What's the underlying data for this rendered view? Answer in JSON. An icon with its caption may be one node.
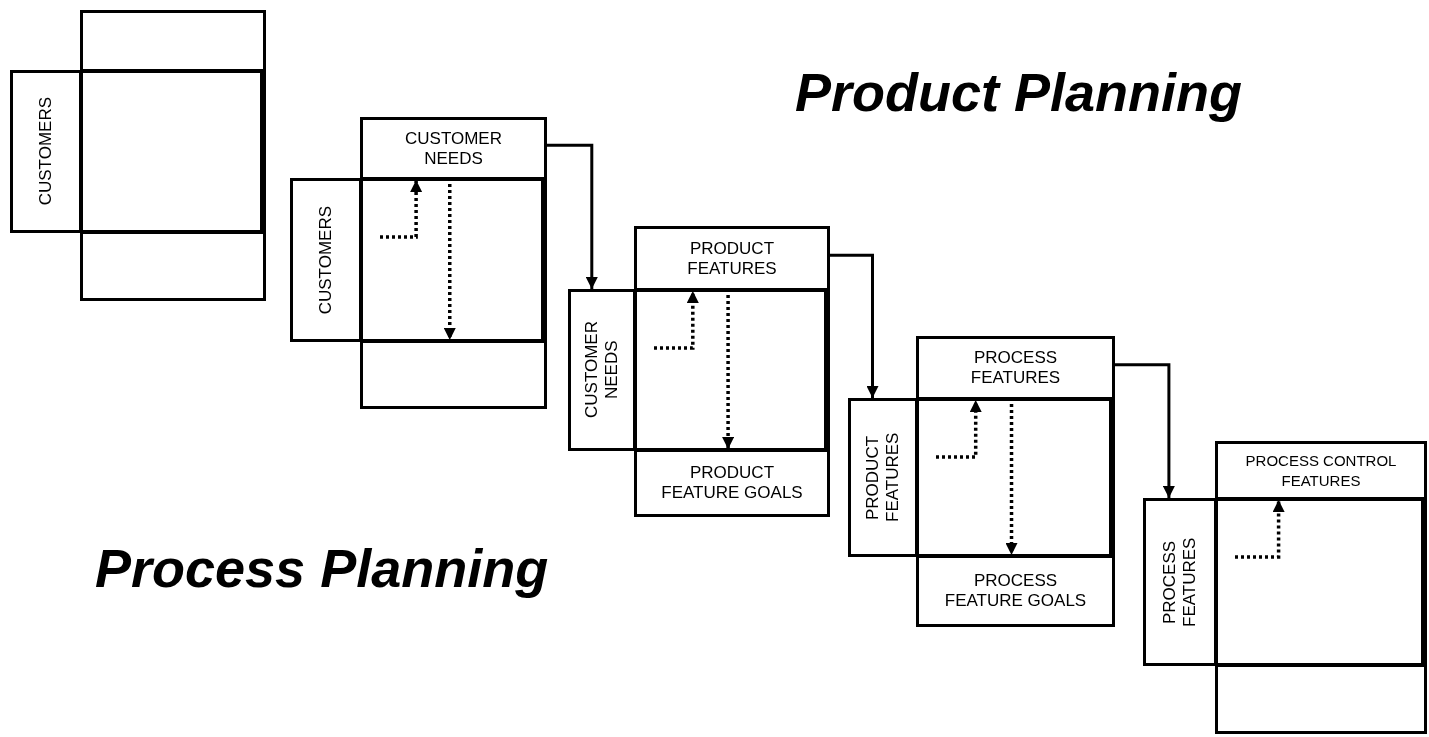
{
  "diagram": {
    "nodes": [
      {
        "text": [],
        "shape": "box"
      },
      {
        "text": [
          "CUSTOMERS"
        ]
      },
      {
        "text": [],
        "shape": "box"
      },
      {
        "text": [],
        "shape": "box"
      },
      {
        "text": [
          "CUSTOMER NEEDS"
        ]
      },
      {
        "text": [
          "CUSTOMERS"
        ]
      },
      {
        "text": [],
        "shape": "box"
      },
      {
        "text": [],
        "shape": "box"
      },
      {
        "text": [
          "PRODUCT FEATURES"
        ]
      },
      {
        "text": [
          "CUSTOMER NEEDS"
        ]
      },
      {
        "text": [],
        "shape": "box"
      },
      {
        "text": [
          "PRODUCT FEATURE GOALS"
        ]
      },
      {
        "text": [
          "PROCESS FEATURES"
        ]
      },
      {
        "text": [
          "PRODUCT FEATURES"
        ]
      },
      {
        "text": [],
        "shape": "box"
      },
      {
        "text": [
          "PROCESS FEATURE GOALS"
        ]
      },
      {
        "text": [
          "PROCESS CONTROL FEATURES"
        ]
      },
      {
        "text": [
          "PROCESS FEATURES"
        ]
      },
      {
        "text": [],
        "shape": "box"
      },
      {
        "text": [],
        "shape": "box"
      }
    ],
    "edges": [
      {
        "from": 4,
        "to": 9,
        "arrow": "to"
      },
      {
        "from": 6,
        "to": 4,
        "arrow": "to",
        "style": "dashed"
      },
      {
        "from": 6,
        "to": 7,
        "arrow": "to",
        "style": "dashed"
      },
      {
        "from": 8,
        "to": 13,
        "arrow": "to"
      },
      {
        "from": 10,
        "to": 8,
        "arrow": "to",
        "style": "dashed"
      },
      {
        "from": 10,
        "to": 11,
        "arrow": "to",
        "style": "dashed"
      },
      {
        "from": 12,
        "to": 17,
        "arrow": "to"
      },
      {
        "from": 14,
        "to": 12,
        "arrow": "to",
        "style": "dashed"
      },
      {
        "from": 14,
        "to": 15,
        "arrow": "to",
        "style": "dashed"
      },
      {
        "from": 18,
        "to": 16,
        "arrow": "to",
        "style": "dashed"
      }
    ],
    "labels": [
      "Product Planning",
      "Process Planning"
    ]
  }
}
